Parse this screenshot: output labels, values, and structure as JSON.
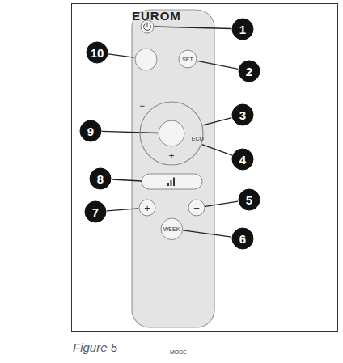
{
  "diagram": {
    "caption": "Figure 5",
    "nodes": [
      {
        "text": [
          "EUROM"
        ]
      },
      {
        "text": [
          "1"
        ]
      },
      {
        "text": [
          "10"
        ]
      },
      {
        "text": [
          "MODE"
        ],
        "in": 0
      },
      {
        "text": [
          "SET"
        ],
        "in": 0
      },
      {
        "text": [
          "2"
        ]
      },
      {
        "text": [
          "3"
        ]
      },
      {
        "text": [
          "+",
          "−"
        ],
        "in": 0
      },
      {
        "text": [
          "ECO"
        ],
        "in": 7
      },
      {
        "text": [
          "9"
        ]
      },
      {
        "text": [
          "4"
        ]
      },
      {
        "text": [
          "8"
        ]
      },
      {
        "text": [
          "+"
        ],
        "in": 0
      },
      {
        "text": [
          "−"
        ],
        "in": 0
      },
      {
        "text": [
          "7"
        ]
      },
      {
        "text": [
          "5"
        ]
      },
      {
        "text": [
          "WEEK"
        ],
        "in": 0
      },
      {
        "text": [
          "6"
        ]
      }
    ],
    "edges": [
      {
        "from": 2,
        "to": 3,
        "arrow": "none"
      },
      {
        "from": 5,
        "to": 4,
        "arrow": "none"
      },
      {
        "from": 6,
        "to": 7,
        "arrow": "none"
      },
      {
        "from": 9,
        "to": 8,
        "arrow": "none"
      },
      {
        "from": 10,
        "to": 7,
        "arrow": "none"
      },
      {
        "from": 14,
        "to": 12,
        "arrow": "none"
      },
      {
        "from": 15,
        "to": 13,
        "arrow": "none"
      },
      {
        "from": 17,
        "to": 16,
        "arrow": "none"
      }
    ]
  }
}
